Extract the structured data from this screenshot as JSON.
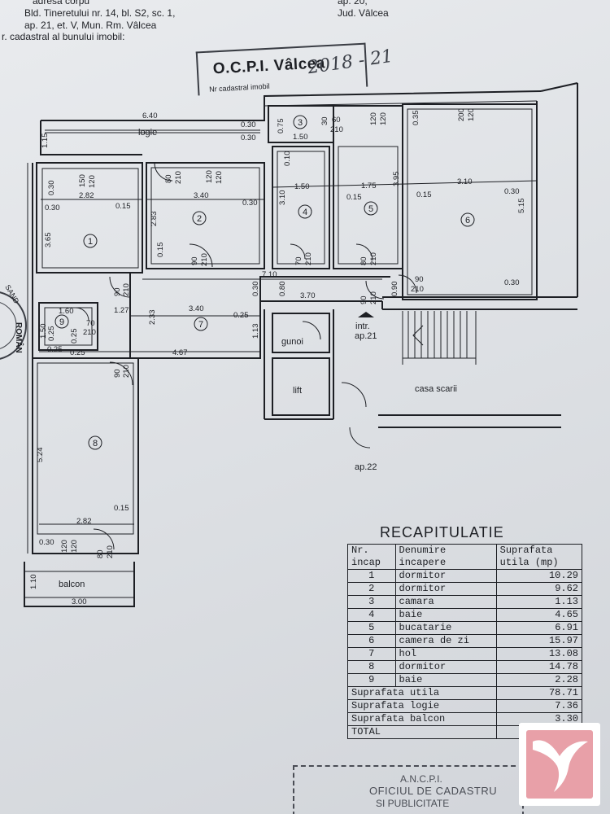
{
  "header": {
    "address_line1": "Bld. Tineretului nr. 14, bl. S2, sc. 1,",
    "address_line2": "ap. 21, et. V, Mun. Rm. Vâlcea",
    "cadastral_line": "r. cadastral al bunului imobil:",
    "top_cut": "adresa corpu",
    "right_line1": "ap. 20,",
    "right_line2": "Jud. Vâlcea"
  },
  "stamp": {
    "title": "O.C.P.I. Vâlcea",
    "subtitle": "Nr cadastral imobil",
    "handwritten": "2018 - 21"
  },
  "plan": {
    "rooms": [
      {
        "id": "room-1",
        "label": "1"
      },
      {
        "id": "room-2",
        "label": "2"
      },
      {
        "id": "room-3",
        "label": "3"
      },
      {
        "id": "room-4",
        "label": "4"
      },
      {
        "id": "room-5",
        "label": "5"
      },
      {
        "id": "room-6",
        "label": "6"
      },
      {
        "id": "room-7",
        "label": "7"
      },
      {
        "id": "room-8",
        "label": "8"
      },
      {
        "id": "room-9",
        "label": "9"
      }
    ],
    "labels": {
      "logie": "logie",
      "gunoi": "gunoi",
      "lift": "lift",
      "casa_scarii": "casa scarii",
      "intr": "intr.",
      "ap21": "ap.21",
      "ap22": "ap.22",
      "balcon": "balcon"
    },
    "dims": [
      "6.40",
      "0.30",
      "1.15",
      "0.30",
      "150",
      "120",
      "80",
      "210",
      "120",
      "120",
      "2.82",
      "0.15",
      "3.40",
      "0.30",
      "0.30",
      "3.65",
      "2.83",
      "0.15",
      "90",
      "210",
      "0.75",
      "0.30",
      "1.50",
      "60",
      "210",
      "30",
      "120",
      "120",
      "0.35",
      "200",
      "120",
      "0.10",
      "1.50",
      "3.10",
      "0.15",
      "1.75",
      "3.95",
      "0.15",
      "3.10",
      "0.30",
      "5.15",
      "70",
      "210",
      "80",
      "210",
      "7.10",
      "0.80",
      "0.30",
      "0.90",
      "90",
      "210",
      "0.30",
      "90",
      "210",
      "1.60",
      "1.27",
      "2.33",
      "3.40",
      "0.25",
      "3.70",
      "90",
      "210",
      "1.50",
      "0.25",
      "70",
      "210",
      "0.25",
      "0.25",
      "1.13",
      "0.25",
      "4.67",
      "90",
      "210",
      "5.24",
      "0.15",
      "2.82",
      "0.30",
      "120",
      "120",
      "80",
      "210",
      "1.10",
      "3.00"
    ]
  },
  "recap": {
    "title": "RECAPITULATIE",
    "headers": {
      "nr_line1": "Nr.",
      "nr_line2": "incap",
      "den_line1": "Denumire",
      "den_line2": "incapere",
      "sup_line1": "Suprafata",
      "sup_line2": "utila (mp)"
    },
    "rows": [
      {
        "nr": "1",
        "name": "dormitor",
        "area": "10.29"
      },
      {
        "nr": "2",
        "name": "dormitor",
        "area": "9.62"
      },
      {
        "nr": "3",
        "name": "camara",
        "area": "1.13"
      },
      {
        "nr": "4",
        "name": "baie",
        "area": "4.65"
      },
      {
        "nr": "5",
        "name": "bucatarie",
        "area": "6.91"
      },
      {
        "nr": "6",
        "name": "camera de zi",
        "area": "15.97"
      },
      {
        "nr": "7",
        "name": "hol",
        "area": "13.08"
      },
      {
        "nr": "8",
        "name": "dormitor",
        "area": "14.78"
      },
      {
        "nr": "9",
        "name": "baie",
        "area": "2.28"
      }
    ],
    "totals": [
      {
        "label": "Suprafata utila",
        "value": "78.71"
      },
      {
        "label": "Suprafata logie",
        "value": "7.36"
      },
      {
        "label": "Suprafata balcon",
        "value": "3.30"
      },
      {
        "label": "TOTAL",
        "value": ""
      }
    ]
  },
  "lower_stamp": {
    "line1": "A.N.C.P.I.",
    "line2": "OFICIUL DE CADASTRU",
    "line3": "SI PUBLICITATE"
  },
  "side_seal": {
    "text1": "SAND",
    "text2": "ROMÂN"
  },
  "colors": {
    "ink": "#1d1f24",
    "paper": "#e3e5e8",
    "brand": "#e8a0a8"
  }
}
